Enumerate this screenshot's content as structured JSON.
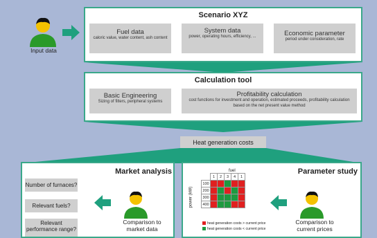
{
  "input": {
    "label": "Input data"
  },
  "scenario": {
    "title": "Scenario XYZ",
    "fuel": {
      "title": "Fuel data",
      "desc": "caloric value, water content, ash content"
    },
    "system": {
      "title": "System data",
      "desc": "power, operating hours, efficiency, ..."
    },
    "economic": {
      "title": "Economic parameter",
      "desc": "period under consideration, rate"
    }
  },
  "calc": {
    "title": "Calculation tool",
    "basic": {
      "title": "Basic Engineering",
      "desc": "Sizing of filters, peripheral systems"
    },
    "profit": {
      "title": "Profitability calculation",
      "desc": "cost functions for investment and operation, estimated proceeds, profitability calculation based on the net present value method"
    }
  },
  "heat": {
    "label": "Heat generation costs"
  },
  "market": {
    "title": "Market analysis",
    "questions": [
      "Number of furnaces?",
      "Relevant fuels?",
      "Relevant performance range?"
    ],
    "comparison": "Comparison to market data"
  },
  "param": {
    "title": "Parameter study",
    "comparison": "Comparison to current prices",
    "grid": {
      "x_title": "fuel",
      "y_title": "power (kW)",
      "fuels": [
        "1",
        "2",
        "3",
        "4",
        "1"
      ],
      "powers": [
        "100",
        "200",
        "300",
        "400"
      ],
      "cells": [
        [
          "r",
          "r",
          "g",
          "r",
          "r"
        ],
        [
          "r",
          "g",
          "r",
          "g",
          "r"
        ],
        [
          "r",
          "g",
          "g",
          "g",
          "r"
        ],
        [
          "r",
          "g",
          "g",
          "r",
          "r"
        ]
      ]
    },
    "legend": [
      {
        "label": "heat generation costs > current price",
        "color": "#e02020"
      },
      {
        "label": "heat generation costs < current price",
        "color": "#1e9a40"
      }
    ]
  },
  "colors": {
    "accent": "#3aa88a",
    "arrow": "#1fa07e",
    "person_head": "#f4c200",
    "person_body": "#2a9a2a"
  }
}
